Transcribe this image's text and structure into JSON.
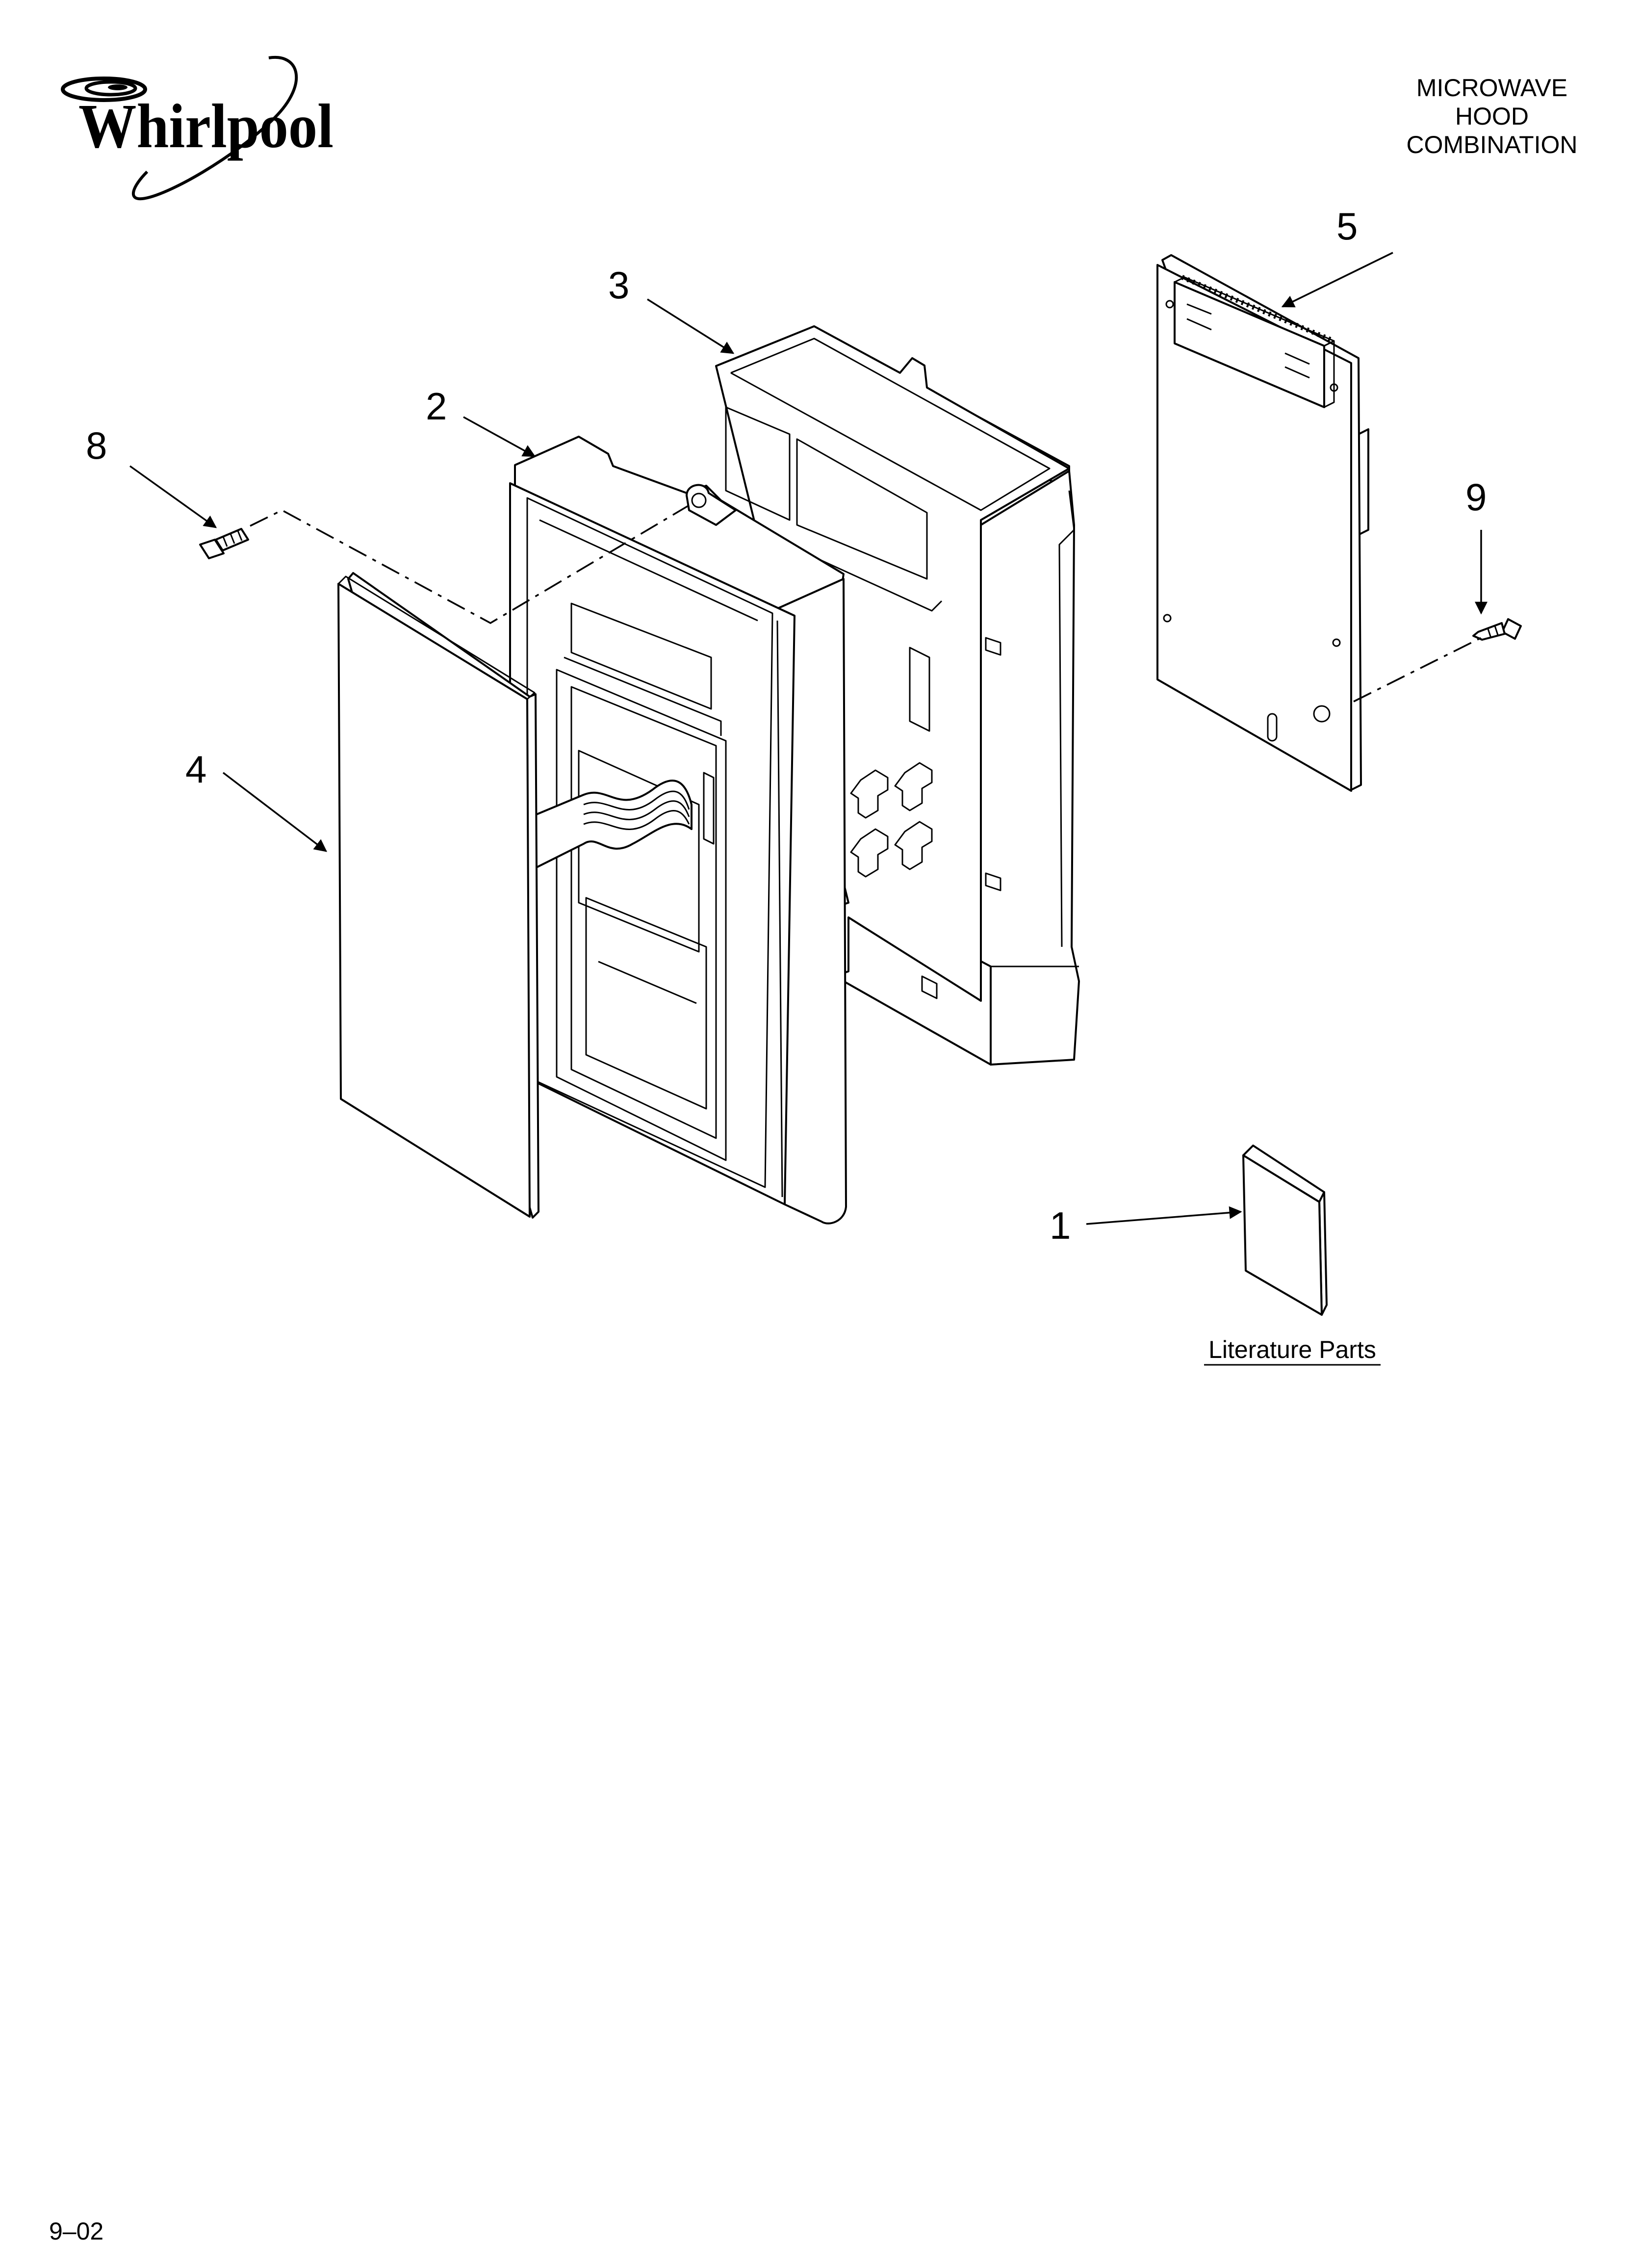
{
  "brand": {
    "name": "Whirlpool"
  },
  "title": {
    "lines": [
      "MICROWAVE",
      "HOOD",
      "COMBINATION"
    ]
  },
  "callouts": [
    {
      "id": "1",
      "label": "1"
    },
    {
      "id": "2",
      "label": "2"
    },
    {
      "id": "3",
      "label": "3"
    },
    {
      "id": "4",
      "label": "4"
    },
    {
      "id": "5",
      "label": "5"
    },
    {
      "id": "8",
      "label": "8"
    },
    {
      "id": "9",
      "label": "9"
    }
  ],
  "literature": {
    "label": "Literature Parts"
  },
  "footer": {
    "code": "9–02"
  }
}
